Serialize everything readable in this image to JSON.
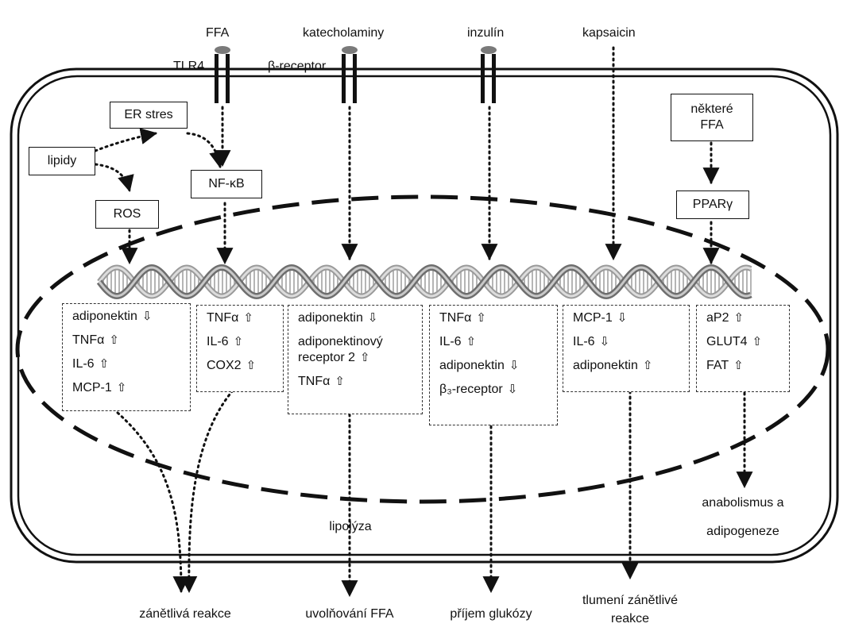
{
  "receptors": {
    "ffa": "FFA",
    "tlr4": "TLR4",
    "katecholaminy": "katecholaminy",
    "beta_receptor": "β-receptor",
    "inzulin": "inzulín",
    "kapsaicin": "kapsaicin"
  },
  "boxes": {
    "er_stres": "ER stres",
    "lipidy": "lipidy",
    "nf_kb": "NF-κB",
    "ros": "ROS",
    "nektere_ffa_1": "některé",
    "nektere_ffa_2": "FFA",
    "ppar": "PPARγ"
  },
  "gene_groups": [
    {
      "items": [
        {
          "label": "adiponektin",
          "arrow": "⇩"
        },
        {
          "label": "TNFα",
          "arrow": "⇧"
        },
        {
          "label": "IL-6",
          "arrow": "⇧"
        },
        {
          "label": "MCP-1",
          "arrow": "⇧"
        }
      ]
    },
    {
      "items": [
        {
          "label": "TNFα",
          "arrow": "⇧"
        },
        {
          "label": "IL-6",
          "arrow": "⇧"
        },
        {
          "label": "COX2",
          "arrow": "⇧"
        }
      ]
    },
    {
      "items": [
        {
          "label": "adiponektin",
          "arrow": "⇩"
        },
        {
          "label": "adiponektinový receptor 2",
          "arrow": "⇧"
        },
        {
          "label": "TNFα",
          "arrow": "⇧"
        }
      ]
    },
    {
      "items": [
        {
          "label": "TNFα",
          "arrow": "⇧"
        },
        {
          "label": "IL-6",
          "arrow": "⇧"
        },
        {
          "label": "adiponektin",
          "arrow": "⇩"
        },
        {
          "label": "β₃-receptor",
          "arrow": "⇩"
        }
      ]
    },
    {
      "items": [
        {
          "label": "MCP-1",
          "arrow": "⇩"
        },
        {
          "label": "IL-6",
          "arrow": "⇩"
        },
        {
          "label": "adiponektin",
          "arrow": "⇧"
        }
      ]
    },
    {
      "items": [
        {
          "label": "aP2",
          "arrow": "⇧"
        },
        {
          "label": "GLUT4",
          "arrow": "⇧"
        },
        {
          "label": "FAT",
          "arrow": "⇧"
        }
      ]
    }
  ],
  "outcomes": {
    "lipolyza": "lipolýza",
    "anabolismus_1": "anabolismus a",
    "anabolismus_2": "adipogeneze",
    "zanetliva": "zánětlivá reakce",
    "uvolnovani": "uvolňování FFA",
    "prijem": "příjem glukózy",
    "tlumeni_1": "tlumení zánětlivé",
    "tlumeni_2": "reakce"
  }
}
